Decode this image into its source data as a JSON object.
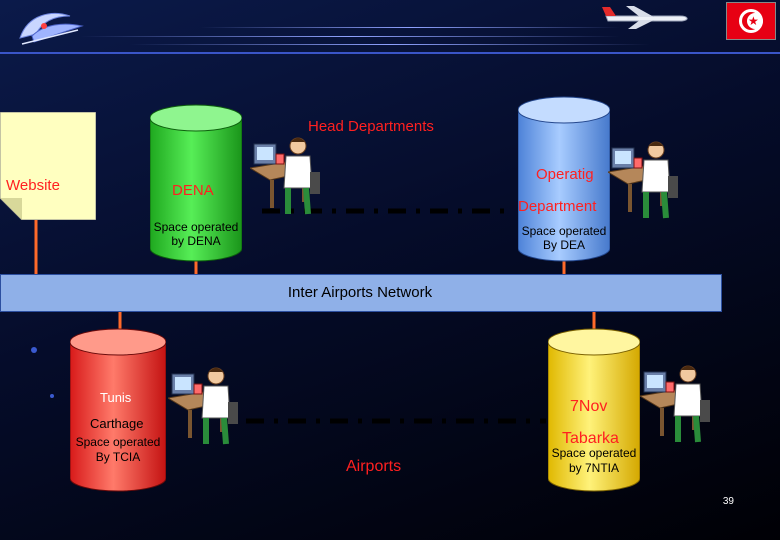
{
  "header": {
    "logo_icon": "airline-bird-logo-icon",
    "plane_icon": "airplane-icon",
    "flag_icon": "tunisia-flag-icon"
  },
  "colors": {
    "background": "#050c2a",
    "label_red": "#ff2020",
    "green_db": "#3dd43d",
    "blue_db": "#78aef0",
    "red_db": "#ff3a3a",
    "yellow_db": "#ffe02a",
    "network_bar": "#8fb0e8"
  },
  "diagram": {
    "head_departments_label": "Head Departments",
    "website_label": "Website",
    "dena": {
      "name": "DENA",
      "note_line1": "Space operated",
      "note_line2": "by DENA"
    },
    "operating_dept": {
      "name_line1": "Operatig",
      "name_line2": "Department",
      "note_line1": "Space operated",
      "note_line2": "By  DEA"
    },
    "network_label": "Inter Airports Network",
    "tunis": {
      "name_line1": "Tunis",
      "name_line2": "Carthage",
      "note_line1": "Space operated",
      "note_line2": "By TCIA"
    },
    "tabarka": {
      "name_line1": "7Nov",
      "name_line2": "Tabarka",
      "note_line1": "Space operated",
      "note_line2": "by 7NTIA"
    },
    "airports_label": "Airports",
    "operator_icon": "doctor-at-computer-icon"
  },
  "page_number": "39"
}
